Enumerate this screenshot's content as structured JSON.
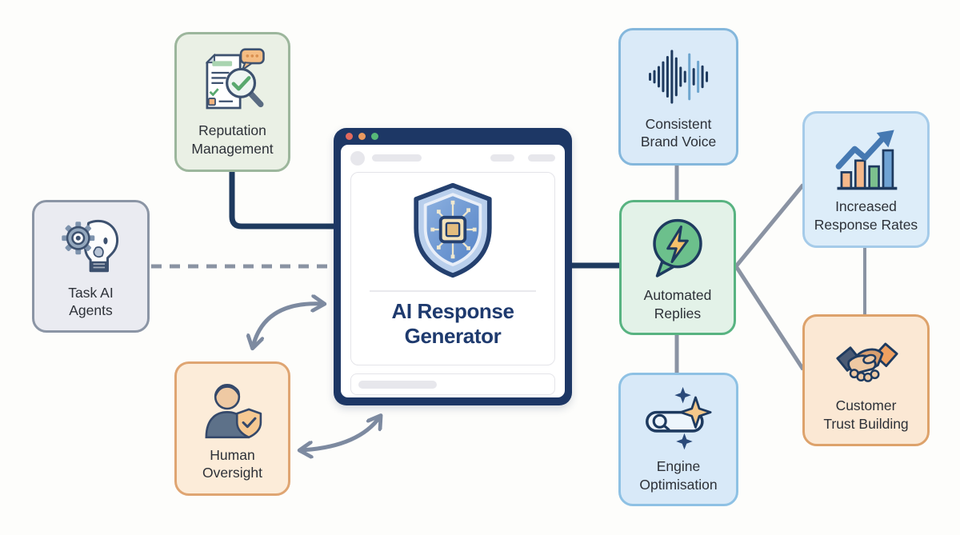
{
  "center_window": {
    "title_line1": "AI Response",
    "title_line2": "Generator",
    "window_dots": [
      "#e26a5e",
      "#e99a5f",
      "#57b878"
    ],
    "shield_icon": "shield-chip-icon"
  },
  "nodes": {
    "reputation": {
      "line1": "Reputation",
      "line2": "Management",
      "bg": "#eaf0e5",
      "border": "#9cb69c",
      "icon": "document-review-icon"
    },
    "task_ai": {
      "line1": "Task AI",
      "line2": "Agents",
      "bg": "#eaebf1",
      "border": "#8b95a5",
      "icon": "robot-gear-icon"
    },
    "human": {
      "line1": "Human",
      "line2": "Oversight",
      "bg": "#fcecd9",
      "border": "#dfa572",
      "icon": "person-shield-icon"
    },
    "brand_voice": {
      "line1": "Consistent",
      "line2": "Brand Voice",
      "bg": "#daeaf8",
      "border": "#84b7dc",
      "icon": "voice-waveform-icon"
    },
    "automated": {
      "line1": "Automated",
      "line2": "Replies",
      "bg": "#e3f2e8",
      "border": "#58b381",
      "icon": "chat-lightning-icon"
    },
    "engine": {
      "line1": "Engine",
      "line2": "Optimisation",
      "bg": "#d8e9f8",
      "border": "#8ec1e4",
      "icon": "search-sparkles-icon"
    },
    "response_rates": {
      "line1": "Increased",
      "line2": "Response Rates",
      "bg": "#ddedf9",
      "border": "#a5cbe9",
      "icon": "growth-chart-icon"
    },
    "trust": {
      "line1": "Customer",
      "line2": "Trust Building",
      "bg": "#fbe8d4",
      "border": "#dda26b",
      "icon": "handshake-icon"
    }
  },
  "colors": {
    "canvas_bg": "#fdfdfb",
    "wire_navy": "#1e3a5f",
    "wire_gray": "#8a93a3",
    "arrow_gray": "#7d8aa0",
    "window_frame": "#1d3765",
    "title_text": "#1e3a6e",
    "label_text": "#2d3138"
  }
}
